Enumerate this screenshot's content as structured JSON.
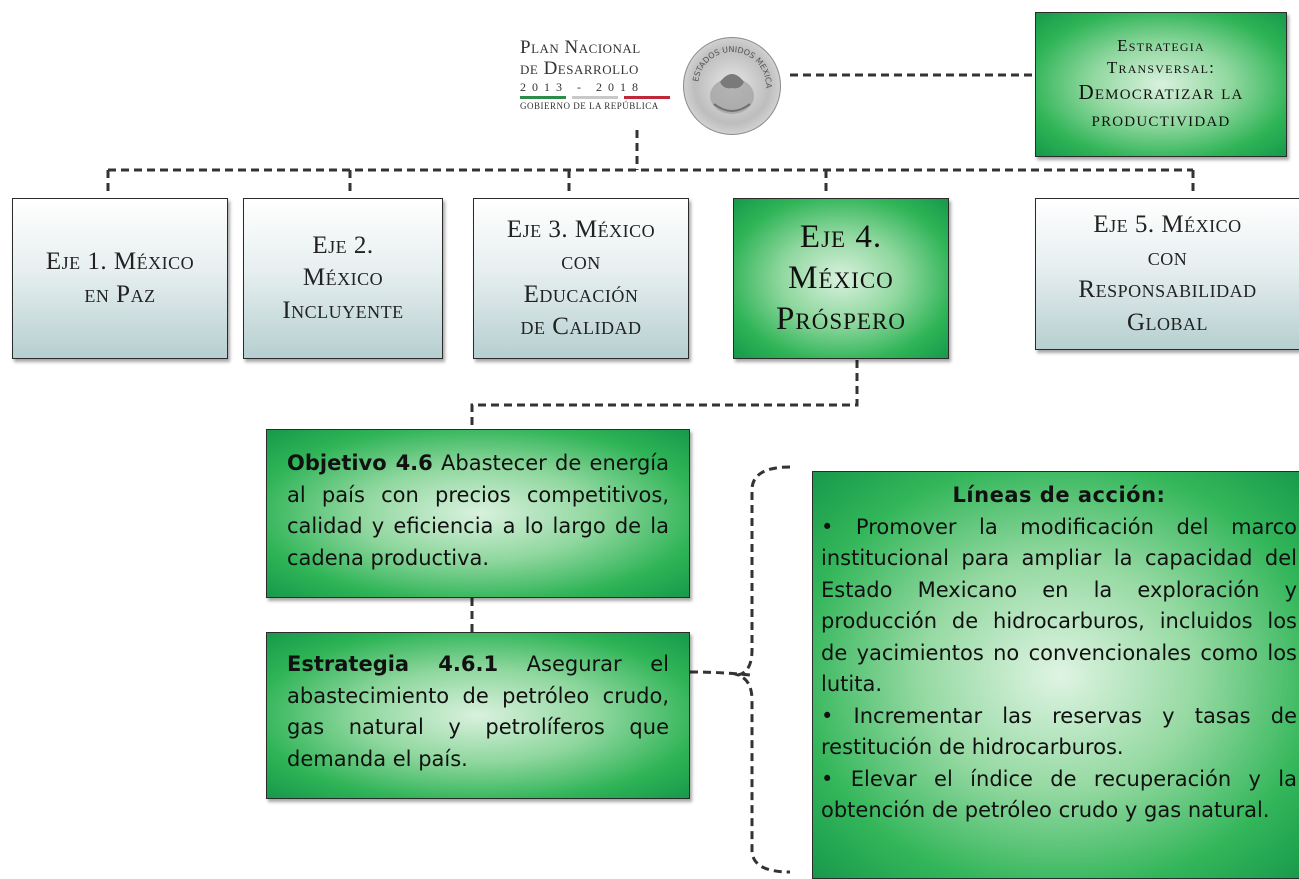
{
  "logo": {
    "line1": "Plan Nacional",
    "line2": "de Desarrollo",
    "years": "2013 - 2018",
    "gobierno": "GOBIERNO DE LA REPÚBLICA",
    "seal_text": "ESTADOS UNIDOS MEXICANOS",
    "bar_colors": [
      "#2e8b4a",
      "#c8c8c8",
      "#c0283a"
    ]
  },
  "estrategia_transversal": {
    "line1": "Estrategia",
    "line2": "Transversal:",
    "line3": "Democratizar la",
    "line4": "productividad"
  },
  "ejes": [
    {
      "lines": [
        "Eje 1. México",
        "en Paz"
      ]
    },
    {
      "lines": [
        "Eje 2.",
        "México",
        "Incluyente"
      ]
    },
    {
      "lines": [
        "Eje 3. México",
        "con",
        "Educación",
        "de Calidad"
      ]
    },
    {
      "lines": [
        "Eje 4.",
        "México",
        "Próspero"
      ]
    },
    {
      "lines": [
        "Eje 5. México",
        "con",
        "Responsabilidad",
        "Global"
      ]
    }
  ],
  "objetivo": {
    "label": "Objetivo 4.6",
    "text": "Abastecer de energía al país con precios competitivos, calidad y eficiencia a lo largo de la cadena productiva."
  },
  "estrategia": {
    "label": "Estrategia 4.6.1",
    "text": "Asegurar el abastecimiento de petróleo crudo, gas natural y petrolíferos que demanda el país."
  },
  "lineas_accion": {
    "title": "Líneas de acción:",
    "items": [
      "• Promover la modificación del marco institucional para ampliar la capacidad del Estado Mexicano en la exploración y producción de hidrocarburos, incluidos los de yacimientos no convencionales como los lutita.",
      "• Incrementar las reservas y tasas de restitución de hidrocarburos.",
      "• Elevar el índice de recuperación y la obtención de petróleo crudo y gas natural."
    ]
  },
  "colors": {
    "green_dark": "#16994a",
    "green_light": "#d9f1de",
    "eje_light": "#ffffff",
    "eje_dark": "#b6cfd0",
    "border": "#2b2b2b"
  }
}
